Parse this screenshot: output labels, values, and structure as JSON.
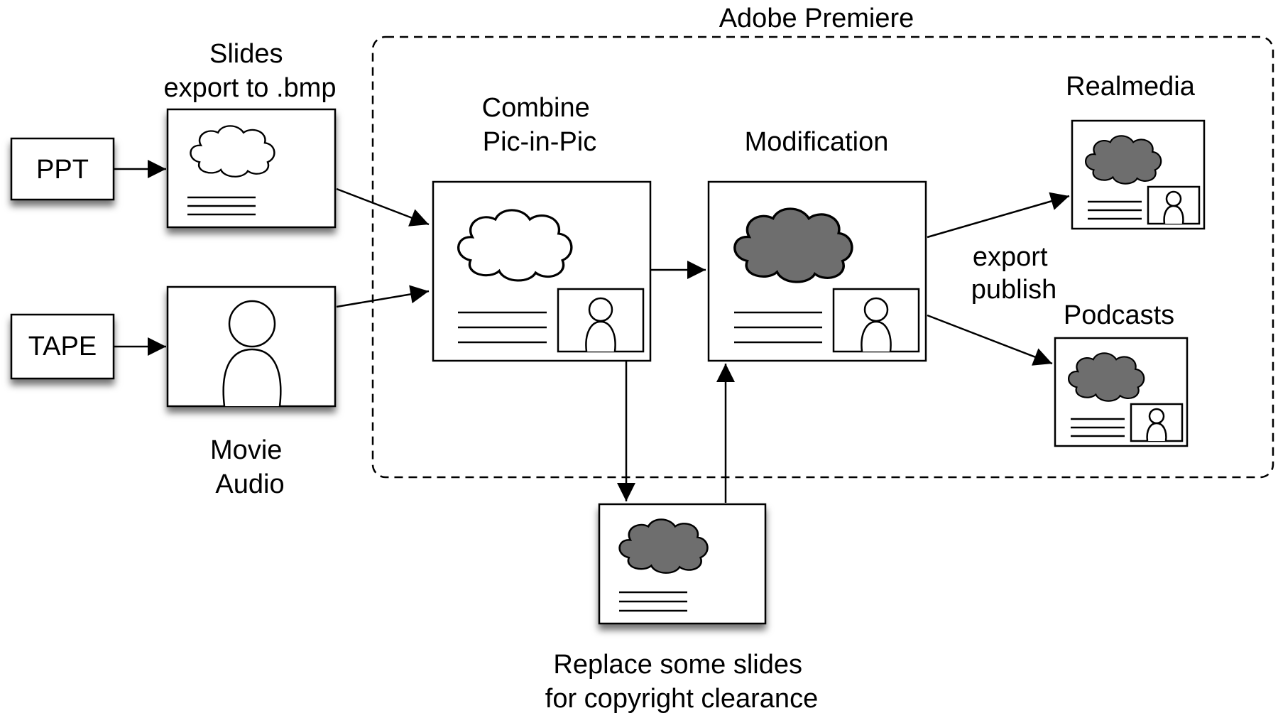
{
  "container": {
    "title": "Adobe Premiere"
  },
  "sources": {
    "ppt": "PPT",
    "tape": "TAPE"
  },
  "labels": {
    "slides": [
      "Slides",
      "export to .bmp"
    ],
    "movie": [
      "Movie",
      "Audio"
    ],
    "combine": [
      "Combine",
      "Pic-in-Pic"
    ],
    "modification": "Modification",
    "export": [
      "export",
      "publish"
    ],
    "realmedia": "Realmedia",
    "podcasts": "Podcasts",
    "replace": [
      "Replace some slides",
      "for copyright clearance"
    ]
  },
  "colors": {
    "stroke": "#000000",
    "dark_fill": "#6e6e6e",
    "shadow": "#000000"
  },
  "icons": {
    "open_cloud": "cloud-outline-icon",
    "filled_cloud": "cloud-filled-icon",
    "person": "person-icon",
    "text_lines": "text-lines-icon"
  }
}
